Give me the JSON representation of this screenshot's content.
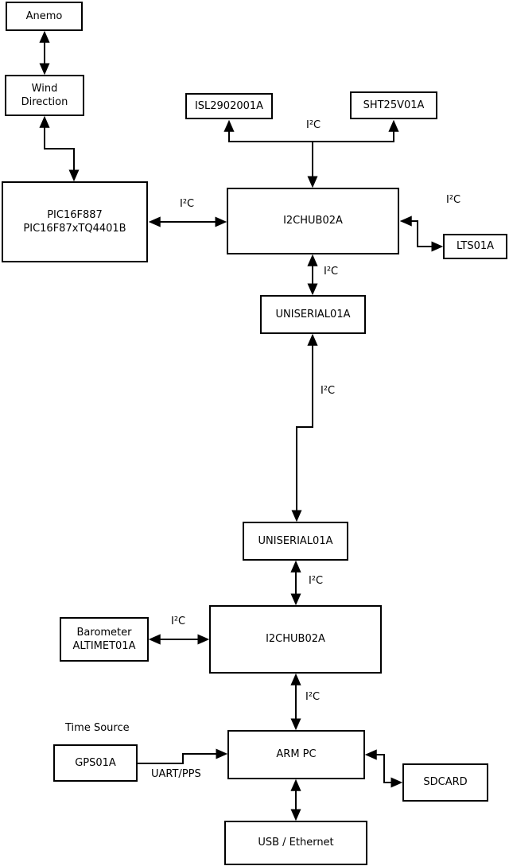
{
  "diagram": {
    "nodes": {
      "anemo": {
        "label": "Anemo"
      },
      "wind_direction": {
        "line1": "Wind",
        "line2": "Direction"
      },
      "pic": {
        "line1": "PIC16F887",
        "line2": "PIC16F87xTQ4401B"
      },
      "isl": {
        "label": "ISL2902001A"
      },
      "sht": {
        "label": "SHT25V01A"
      },
      "i2chub_top": {
        "label": "I2CHUB02A"
      },
      "lts": {
        "label": "LTS01A"
      },
      "uniserial_top": {
        "label": "UNISERIAL01A"
      },
      "uniserial_bottom": {
        "label": "UNISERIAL01A"
      },
      "barometer": {
        "line1": "Barometer",
        "line2": "ALTIMET01A"
      },
      "i2chub_bottom": {
        "label": "I2CHUB02A"
      },
      "gps": {
        "label": "GPS01A"
      },
      "arm_pc": {
        "label": "ARM PC"
      },
      "sdcard": {
        "label": "SDCARD"
      },
      "usb_ethernet": {
        "label": "USB / Ethernet"
      }
    },
    "labels": {
      "i2c": "I²C",
      "time_source": "Time Source",
      "uart_pps": "UART/PPS"
    },
    "colors": {
      "line": "#000000",
      "box_border": "#000000",
      "background": "#ffffff"
    }
  }
}
